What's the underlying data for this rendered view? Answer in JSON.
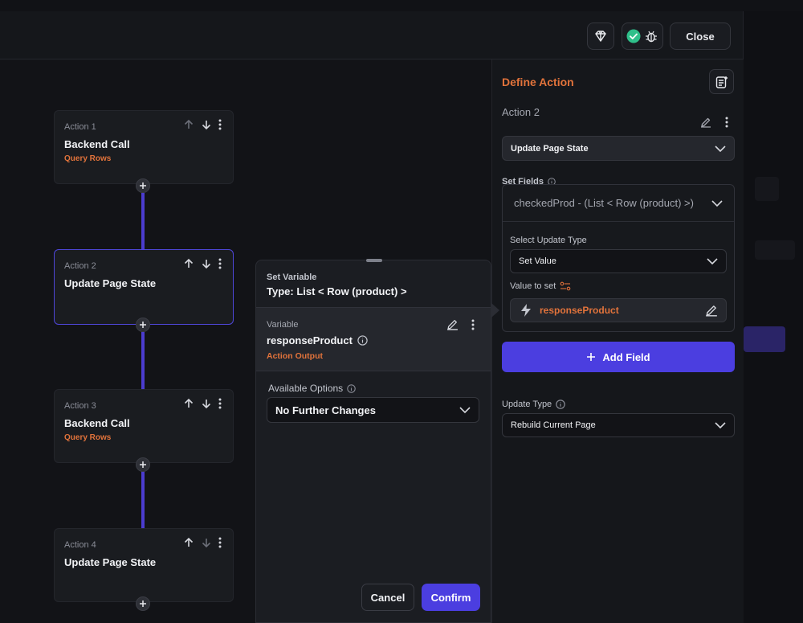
{
  "header": {
    "close_label": "Close"
  },
  "actions": [
    {
      "number": "Action 1",
      "title": "Backend Call",
      "subtitle": "Query Rows"
    },
    {
      "number": "Action 2",
      "title": "Update Page State",
      "subtitle": ""
    },
    {
      "number": "Action 3",
      "title": "Backend Call",
      "subtitle": "Query Rows"
    },
    {
      "number": "Action 4",
      "title": "Update Page State",
      "subtitle": ""
    }
  ],
  "popup": {
    "set_variable_label": "Set Variable",
    "type_label": "Type: List < Row (product) >",
    "variable_label": "Variable",
    "variable_name": "responseProduct",
    "variable_source": "Action Output",
    "available_options_label": "Available Options",
    "available_options_value": "No Further Changes",
    "cancel_label": "Cancel",
    "confirm_label": "Confirm"
  },
  "define_action": {
    "title": "Define Action",
    "action_number": "Action 2",
    "action_type": "Update Page State",
    "set_fields_label": "Set Fields",
    "field_name": "checkedProd - (List < Row (product) >)",
    "select_update_type_label": "Select Update Type",
    "update_type_value": "Set Value",
    "value_to_set_label": "Value to set",
    "value_to_set": "responseProduct",
    "add_field_label": "Add Field",
    "update_type_label": "Update Type",
    "page_update_value": "Rebuild Current Page"
  },
  "colors": {
    "accent": "#4b3ee0",
    "orange": "#e2733b",
    "success": "#2fbf8a"
  }
}
